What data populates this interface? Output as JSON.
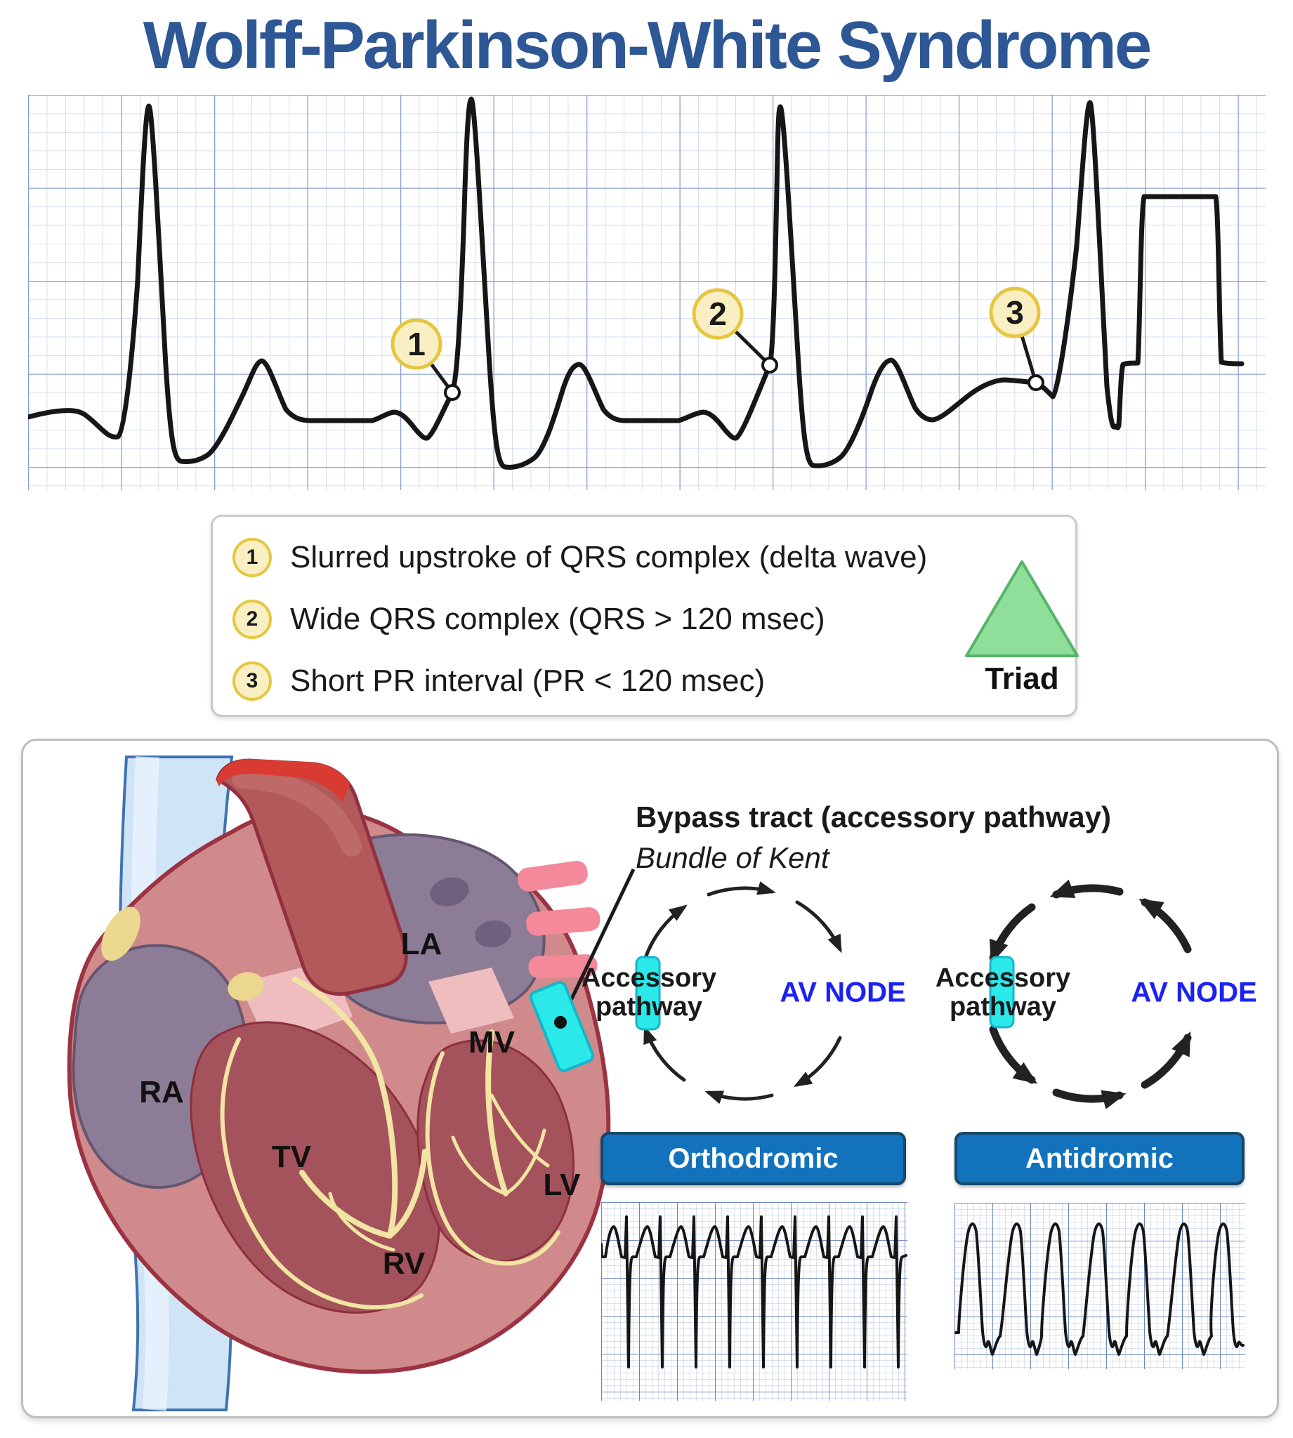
{
  "title": "Wolff-Parkinson-White Syndrome",
  "ecg": {
    "callouts": [
      {
        "number": "1"
      },
      {
        "number": "2"
      },
      {
        "number": "3"
      }
    ]
  },
  "legend": {
    "items": [
      {
        "number": "1",
        "text": "Slurred upstroke of QRS complex (delta wave)"
      },
      {
        "number": "2",
        "text": "Wide QRS complex (QRS > 120 msec)"
      },
      {
        "number": "3",
        "text": "Short PR interval (PR < 120 msec)"
      }
    ],
    "triad_label": "Triad"
  },
  "pathway": {
    "title": "Bypass tract (accessory pathway)",
    "subtitle": "Bundle of Kent"
  },
  "heart_labels": {
    "ra": "RA",
    "tv": "TV",
    "rv": "RV",
    "la": "LA",
    "mv": "MV",
    "lv": "LV"
  },
  "diagrams": {
    "orthodromic": {
      "accessory_label": "Accessory pathway",
      "node_label": "AV NODE",
      "button_label": "Orthodromic"
    },
    "antidromic": {
      "accessory_label": "Accessory pathway",
      "node_label": "AV NODE",
      "button_label": "Antidromic"
    }
  },
  "colors": {
    "title_blue": "#2d5795",
    "button_blue": "#1272bc",
    "av_node_blue": "#1b22f2",
    "accessory_cyan": "#2be9e9",
    "triad_green": "#8fde9a",
    "callout_fill": "#f9efc3",
    "callout_border": "#e5c63f",
    "grid_minor": "#ccd6ec",
    "grid_major": "#8ba1cf",
    "trace_black": "#161616"
  }
}
